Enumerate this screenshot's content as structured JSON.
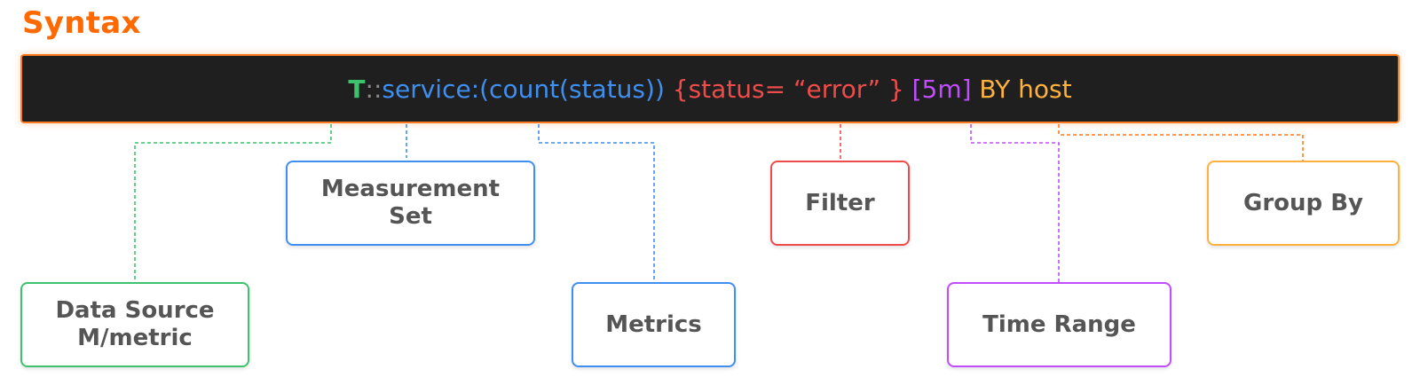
{
  "title": "Syntax",
  "syntax": {
    "tokens": [
      {
        "text": "T",
        "color": "#3cc36b"
      },
      {
        "text": "::",
        "color": "#8a8a8a"
      },
      {
        "text": "service:(count(status))",
        "color": "#3f8ff0"
      },
      {
        "text": " {status= “error” }",
        "color": "#ef4b4b"
      },
      {
        "text": " [5m]",
        "color": "#c24dff"
      },
      {
        "text": " BY host",
        "color": "#ffb13d"
      }
    ]
  },
  "labels": {
    "data_source": {
      "text": "Data Source\nM/metric",
      "color": "#3cc36b"
    },
    "measurement_set": {
      "text": "Measurement\nSet",
      "color": "#3f8ff0"
    },
    "metrics": {
      "text": "Metrics",
      "color": "#3f8ff0"
    },
    "filter": {
      "text": "Filter",
      "color": "#ef4b4b"
    },
    "time_range": {
      "text": "Time Range",
      "color": "#c24dff"
    },
    "group_by": {
      "text": "Group By",
      "color": "#ffb13d"
    }
  }
}
